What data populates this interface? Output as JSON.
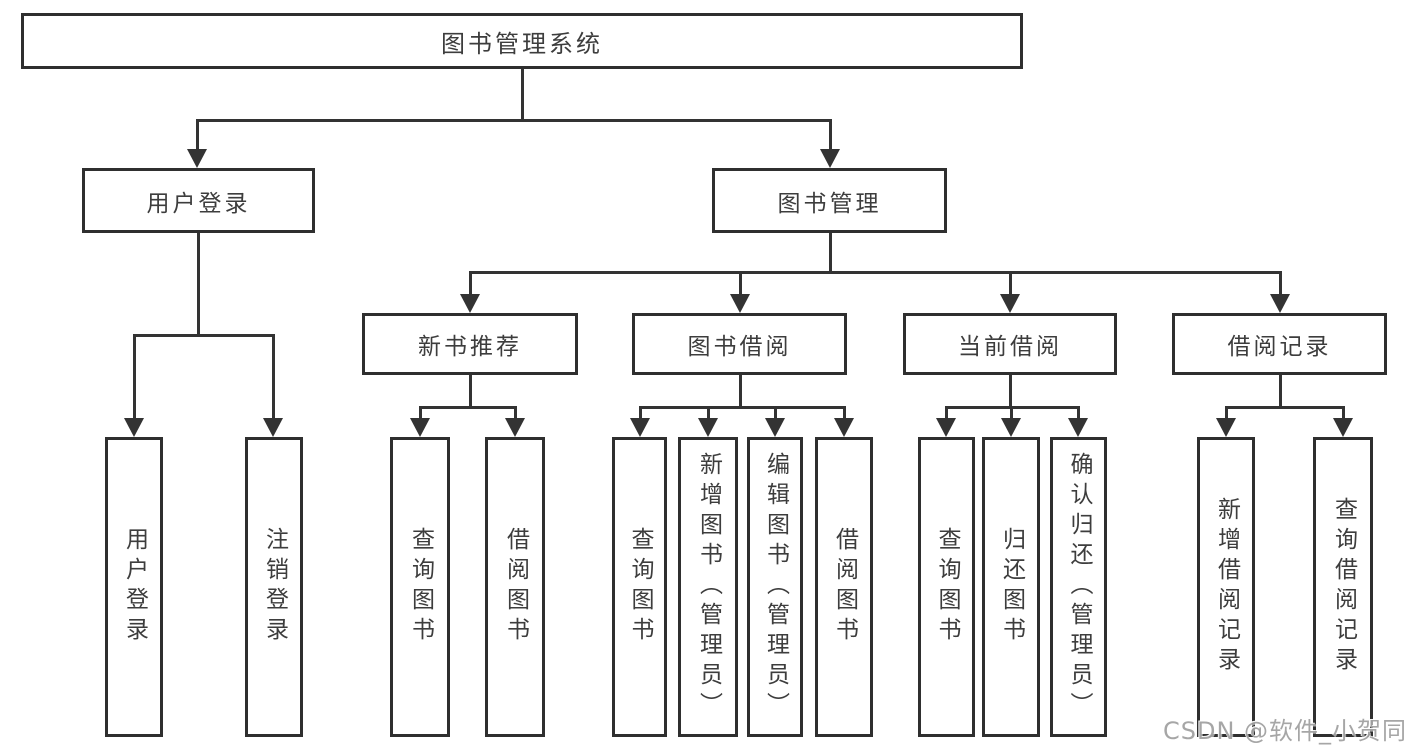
{
  "diagram_title": "图书管理系统",
  "nodes": {
    "root": "图书管理系统",
    "user_login": "用户登录",
    "book_mgmt": "图书管理",
    "login_user": "用户登录",
    "login_logout": "注销登录",
    "new_books": "新书推荐",
    "book_borrow": "图书借阅",
    "current_borrow": "当前借阅",
    "borrow_records": "借阅记录",
    "nb_query": "查询图书",
    "nb_borrow": "借阅图书",
    "bb_query": "查询图书",
    "bb_add": "新增图书（管理员）",
    "bb_edit": "编辑图书（管理员）",
    "bb_borrow": "借阅图书",
    "cb_query": "查询图书",
    "cb_return": "归还图书",
    "cb_confirm": "确认归还（管理员）",
    "br_add": "新增借阅记录",
    "br_query": "查询借阅记录"
  },
  "hierarchy": {
    "root": [
      "user_login",
      "book_mgmt"
    ],
    "user_login": [
      "login_user",
      "login_logout"
    ],
    "book_mgmt": [
      "new_books",
      "book_borrow",
      "current_borrow",
      "borrow_records"
    ],
    "new_books": [
      "nb_query",
      "nb_borrow"
    ],
    "book_borrow": [
      "bb_query",
      "bb_add",
      "bb_edit",
      "bb_borrow"
    ],
    "current_borrow": [
      "cb_query",
      "cb_return",
      "cb_confirm"
    ],
    "borrow_records": [
      "br_add",
      "br_query"
    ]
  },
  "watermark": "CSDN @软件_小贺同学",
  "colors": {
    "line": "#333333",
    "box_border": "#2f2f2f",
    "text": "#3d3d3d",
    "background": "#ffffff",
    "watermark": "#9e9e9e"
  }
}
